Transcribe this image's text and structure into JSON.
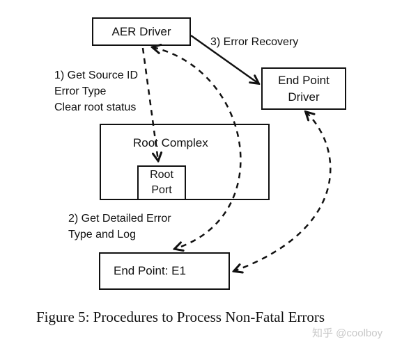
{
  "colors": {
    "line": "#111111",
    "text": "#111111",
    "background": "#ffffff",
    "watermark": "#c8c8c8"
  },
  "diagram": {
    "boxes": {
      "aer_driver": {
        "label": "AER Driver"
      },
      "end_point_driver": {
        "line1": "End Point",
        "line2": "Driver"
      },
      "root_complex": {
        "label": "Root Complex"
      },
      "root_port": {
        "line1": "Root",
        "line2": "Port"
      },
      "end_point_e1": {
        "label": "End Point: E1"
      }
    },
    "annotations": {
      "step1": {
        "line1": "1) Get Source ID",
        "line2": "Error Type",
        "line3": "Clear root status"
      },
      "step2": {
        "line1": "2) Get Detailed Error",
        "line2": "Type and Log"
      },
      "step3": {
        "label": "3) Error Recovery"
      }
    },
    "edges": [
      {
        "from": "AER Driver",
        "to": "End Point Driver",
        "style": "solid",
        "direction": "one-way",
        "label": "3) Error Recovery"
      },
      {
        "from": "AER Driver",
        "to": "Root Port",
        "style": "dashed",
        "direction": "one-way",
        "label": "1) Get Source ID, Error Type, Clear root status"
      },
      {
        "from": "AER Driver",
        "to": "End Point: E1",
        "style": "dashed",
        "direction": "two-way",
        "label": "2) Get Detailed Error Type and Log"
      },
      {
        "from": "End Point Driver",
        "to": "End Point: E1",
        "style": "dashed",
        "direction": "two-way",
        "label": ""
      }
    ]
  },
  "caption": "Figure 5: Procedures to Process Non-Fatal Errors",
  "watermark": "知乎 @coolboy"
}
